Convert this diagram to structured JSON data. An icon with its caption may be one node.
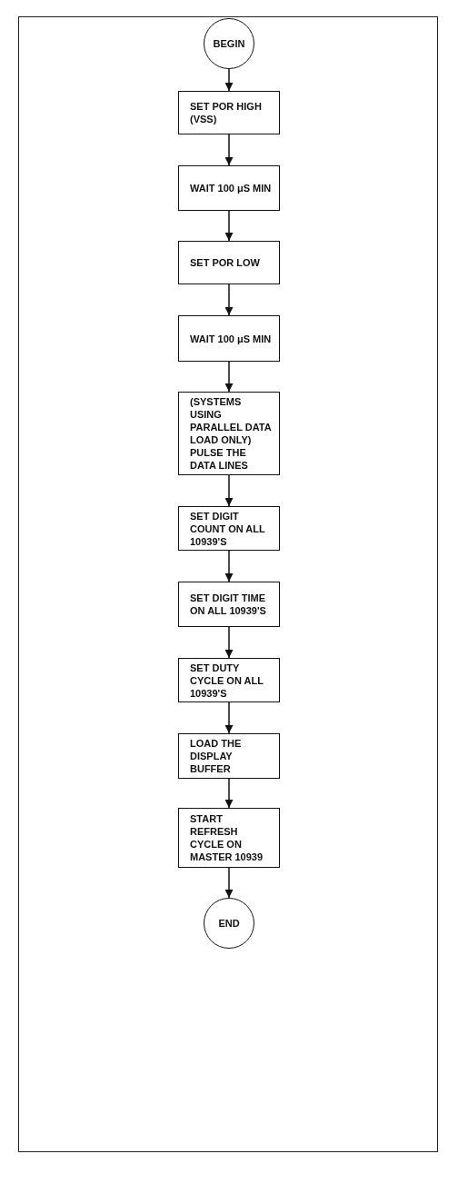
{
  "diagram": {
    "nodes": [
      {
        "text": [
          "BEGIN"
        ]
      },
      {
        "text": [
          "SET POR HIGH (VSS)"
        ]
      },
      {
        "text": [
          "WAIT 100 μS MIN"
        ]
      },
      {
        "text": [
          "SET POR LOW"
        ]
      },
      {
        "text": [
          "WAIT 100 μS MIN"
        ]
      },
      {
        "text": [
          "(SYSTEMS USING PARALLEL DATA LOAD ONLY) PULSE THE DATA LINES"
        ]
      },
      {
        "text": [
          "SET DIGIT COUNT ON ALL 10939'S"
        ]
      },
      {
        "text": [
          "SET DIGIT TIME ON ALL 10939'S"
        ]
      },
      {
        "text": [
          "SET DUTY CYCLE ON ALL 10939'S"
        ]
      },
      {
        "text": [
          "LOAD THE DISPLAY BUFFER"
        ]
      },
      {
        "text": [
          "START REFRESH CYCLE ON MASTER 10939"
        ]
      },
      {
        "text": [
          "END"
        ]
      }
    ],
    "edges": [
      {
        "from": 0,
        "to": 1,
        "arrow": "to"
      },
      {
        "from": 1,
        "to": 2,
        "arrow": "to"
      },
      {
        "from": 2,
        "to": 3,
        "arrow": "to"
      },
      {
        "from": 3,
        "to": 4,
        "arrow": "to"
      },
      {
        "from": 4,
        "to": 5,
        "arrow": "to"
      },
      {
        "from": 5,
        "to": 6,
        "arrow": "to"
      },
      {
        "from": 6,
        "to": 7,
        "arrow": "to"
      },
      {
        "from": 7,
        "to": 8,
        "arrow": "to"
      },
      {
        "from": 8,
        "to": 9,
        "arrow": "to"
      },
      {
        "from": 9,
        "to": 10,
        "arrow": "to"
      },
      {
        "from": 10,
        "to": 11,
        "arrow": "to"
      }
    ]
  }
}
